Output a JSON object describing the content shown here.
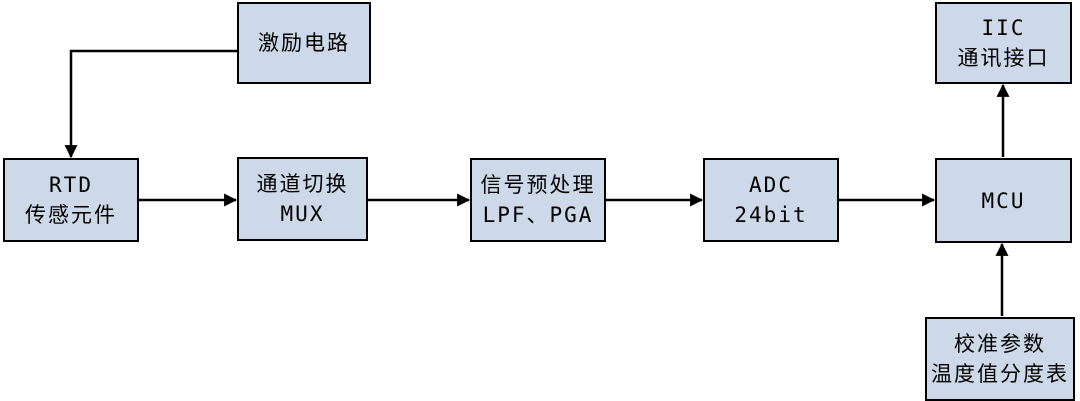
{
  "diagram": {
    "type": "block-diagram",
    "background": "#ffffff",
    "box_style": {
      "fill": "#cdd9e8",
      "border": "#000000"
    },
    "arrow_color": "#000000",
    "boxes": {
      "excitation": {
        "lines": [
          "激励电路",
          ""
        ]
      },
      "rtd": {
        "lines": [
          "RTD",
          "传感元件"
        ]
      },
      "mux": {
        "lines": [
          "通道切换",
          "MUX"
        ]
      },
      "preprocess": {
        "lines": [
          "信号预处理",
          "LPF、PGA"
        ]
      },
      "adc": {
        "lines": [
          "ADC",
          "24bit"
        ]
      },
      "mcu": {
        "lines": [
          "MCU",
          ""
        ]
      },
      "iic": {
        "lines": [
          "IIC",
          "通讯接口"
        ]
      },
      "calibration": {
        "lines": [
          "校准参数",
          "温度值分度表"
        ]
      }
    },
    "connections": [
      {
        "from": "excitation",
        "to": "rtd",
        "style": "elbow-left-down"
      },
      {
        "from": "rtd",
        "to": "mux",
        "style": "straight-right"
      },
      {
        "from": "mux",
        "to": "preprocess",
        "style": "straight-right"
      },
      {
        "from": "preprocess",
        "to": "adc",
        "style": "straight-right"
      },
      {
        "from": "adc",
        "to": "mcu",
        "style": "straight-right"
      },
      {
        "from": "mcu",
        "to": "iic",
        "style": "straight-up"
      },
      {
        "from": "calibration",
        "to": "mcu",
        "style": "straight-up"
      }
    ]
  }
}
